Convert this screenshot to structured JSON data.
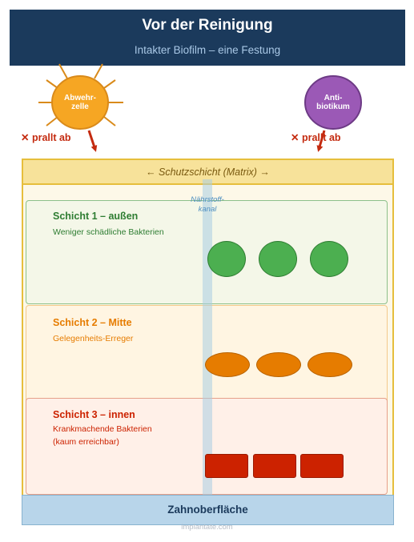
{
  "header": {
    "title": "Vor der Reinigung",
    "subtitle": "Intakter Biofilm – eine Festung"
  },
  "attackers": {
    "immune_cell": {
      "label": "Abwehr-\nzelle",
      "color": "#f6a623",
      "icon": "sun-shaped-cell-icon"
    },
    "antibiotic": {
      "label": "Anti-\nbiotikum",
      "color": "#9b59b6",
      "icon": "pill-circle-icon"
    },
    "bounce_text": "✕ prallt ab"
  },
  "matrix": {
    "label": "← Schutzschicht (Matrix) →"
  },
  "channel": {
    "label": "Nährstoff-\nkanal"
  },
  "layers": [
    {
      "title": "Schicht 1 – außen",
      "desc": "Weniger schädliche Bakterien",
      "color": "#2e7d32",
      "bacteria_shape": "round",
      "bacteria_count": 3
    },
    {
      "title": "Schicht 2 – Mitte",
      "desc": "Gelegenheits-Erreger",
      "color": "#e67c00",
      "bacteria_shape": "oval",
      "bacteria_count": 3
    },
    {
      "title": "Schicht 3 – innen",
      "desc": "Krankmachende Bakterien\n(kaum erreichbar)",
      "color": "#cc2200",
      "bacteria_shape": "rod",
      "bacteria_count": 3
    }
  ],
  "surface": {
    "label": "Zahnoberfläche"
  },
  "watermark": "implantate.com"
}
